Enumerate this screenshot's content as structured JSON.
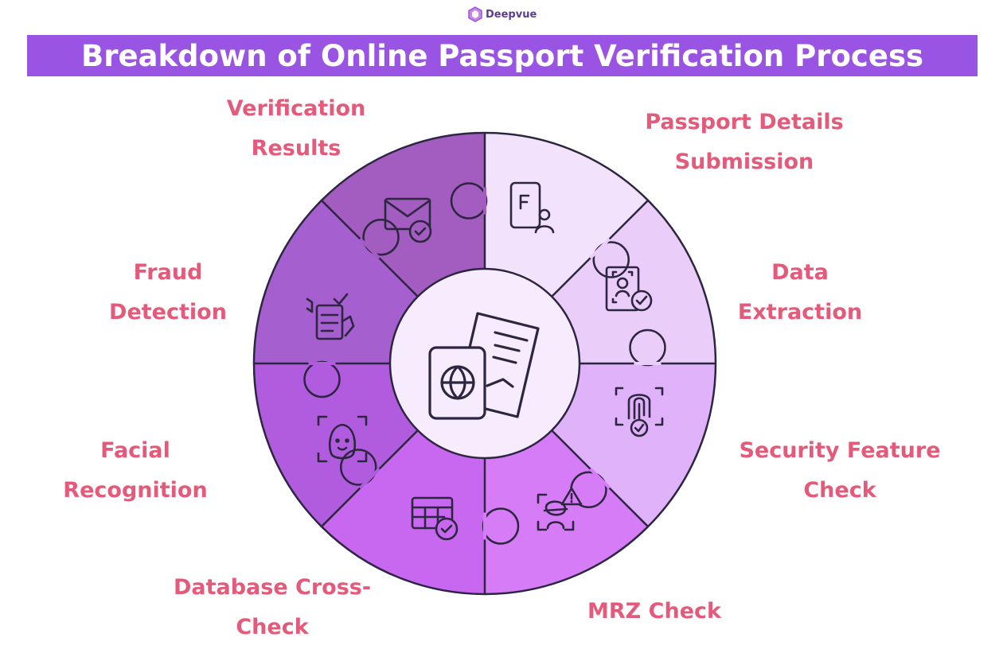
{
  "brand": {
    "name": "Deepvue"
  },
  "title": "Breakdown of Online Passport Verification Process",
  "steps": [
    {
      "lines": [
        "Passport Details",
        "Submission"
      ],
      "icon": "passport-form-icon"
    },
    {
      "lines": [
        "Data",
        "Extraction"
      ],
      "icon": "document-scan-icon"
    },
    {
      "lines": [
        "Security Feature",
        "Check"
      ],
      "icon": "fingerprint-scan-icon"
    },
    {
      "lines": [
        "MRZ Check",
        ""
      ],
      "icon": "face-scan-warning-icon"
    },
    {
      "lines": [
        "Database Cross-",
        "Check"
      ],
      "icon": "database-check-icon"
    },
    {
      "lines": [
        "Facial",
        "Recognition"
      ],
      "icon": "face-recognition-icon"
    },
    {
      "lines": [
        "Fraud",
        "Detection"
      ],
      "icon": "fraud-checklist-icon"
    },
    {
      "lines": [
        "Verification",
        "Results"
      ],
      "icon": "mail-check-icon"
    }
  ],
  "center_icon": "passport-ticket-icon",
  "colors": {
    "banner": "#9a54e3",
    "label": "#e45a7a",
    "outline": "#2d2640",
    "segments": [
      "#f3e2fc",
      "#ebcdfa",
      "#e0b2f9",
      "#d67cf7",
      "#c868f0",
      "#b15cdf",
      "#a55fcf",
      "#a35cbf"
    ],
    "center": "#f7ecfd"
  }
}
